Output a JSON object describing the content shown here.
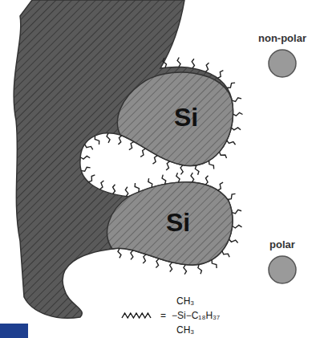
{
  "diagram": {
    "nodes": [
      {
        "text": [
          "Si"
        ]
      },
      {
        "text": [
          "Si"
        ]
      },
      {
        "text": [
          "non-polar"
        ]
      },
      {
        "text": [
          "polar"
        ]
      }
    ],
    "labels": [
      "=",
      "CH₃",
      "CH₃"
    ],
    "legend": [
      {
        "text": "−Si−C₁₈H₃₇"
      }
    ]
  }
}
